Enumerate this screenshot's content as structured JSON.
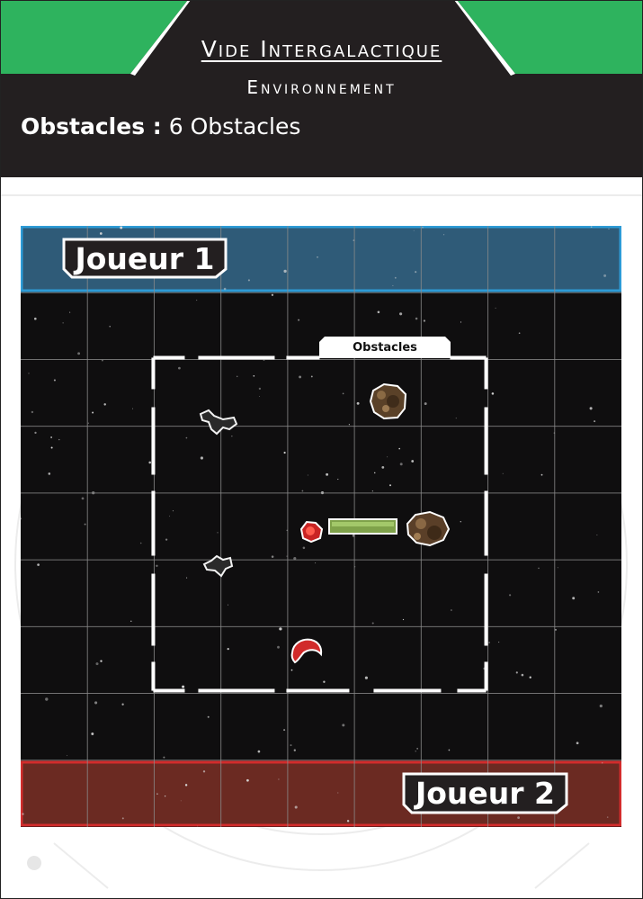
{
  "header": {
    "title": "Vide Intergalactique",
    "subtitle": "Environnement",
    "obstacles_label": "Obstacles :",
    "obstacles_value": "6 Obstacles"
  },
  "colors": {
    "header_bg": "#231f20",
    "accent_green": "#2eb35e",
    "player1_zone": "#2f5b78",
    "player1_border": "#2d9bd6",
    "player2_zone": "#6b2a22",
    "player2_border": "#d22c2c",
    "space": "#0f0e0f",
    "grid": "#8a8a8a"
  },
  "board": {
    "player1_label": "Joueur 1",
    "player2_label": "Joueur 2",
    "obstacles_tab": "Obstacles",
    "grid_size": 9
  },
  "pieces": [
    {
      "name": "obstacle-asteroid-large",
      "kind": "asteroid"
    },
    {
      "name": "obstacle-debris-cloud",
      "kind": "debris"
    },
    {
      "name": "obstacle-red-fragment",
      "kind": "red"
    },
    {
      "name": "obstacle-green-barrier",
      "kind": "barrier"
    },
    {
      "name": "obstacle-asteroid-right",
      "kind": "asteroid"
    },
    {
      "name": "obstacle-debris-small",
      "kind": "debris"
    },
    {
      "name": "obstacle-red-crescent",
      "kind": "red"
    }
  ]
}
